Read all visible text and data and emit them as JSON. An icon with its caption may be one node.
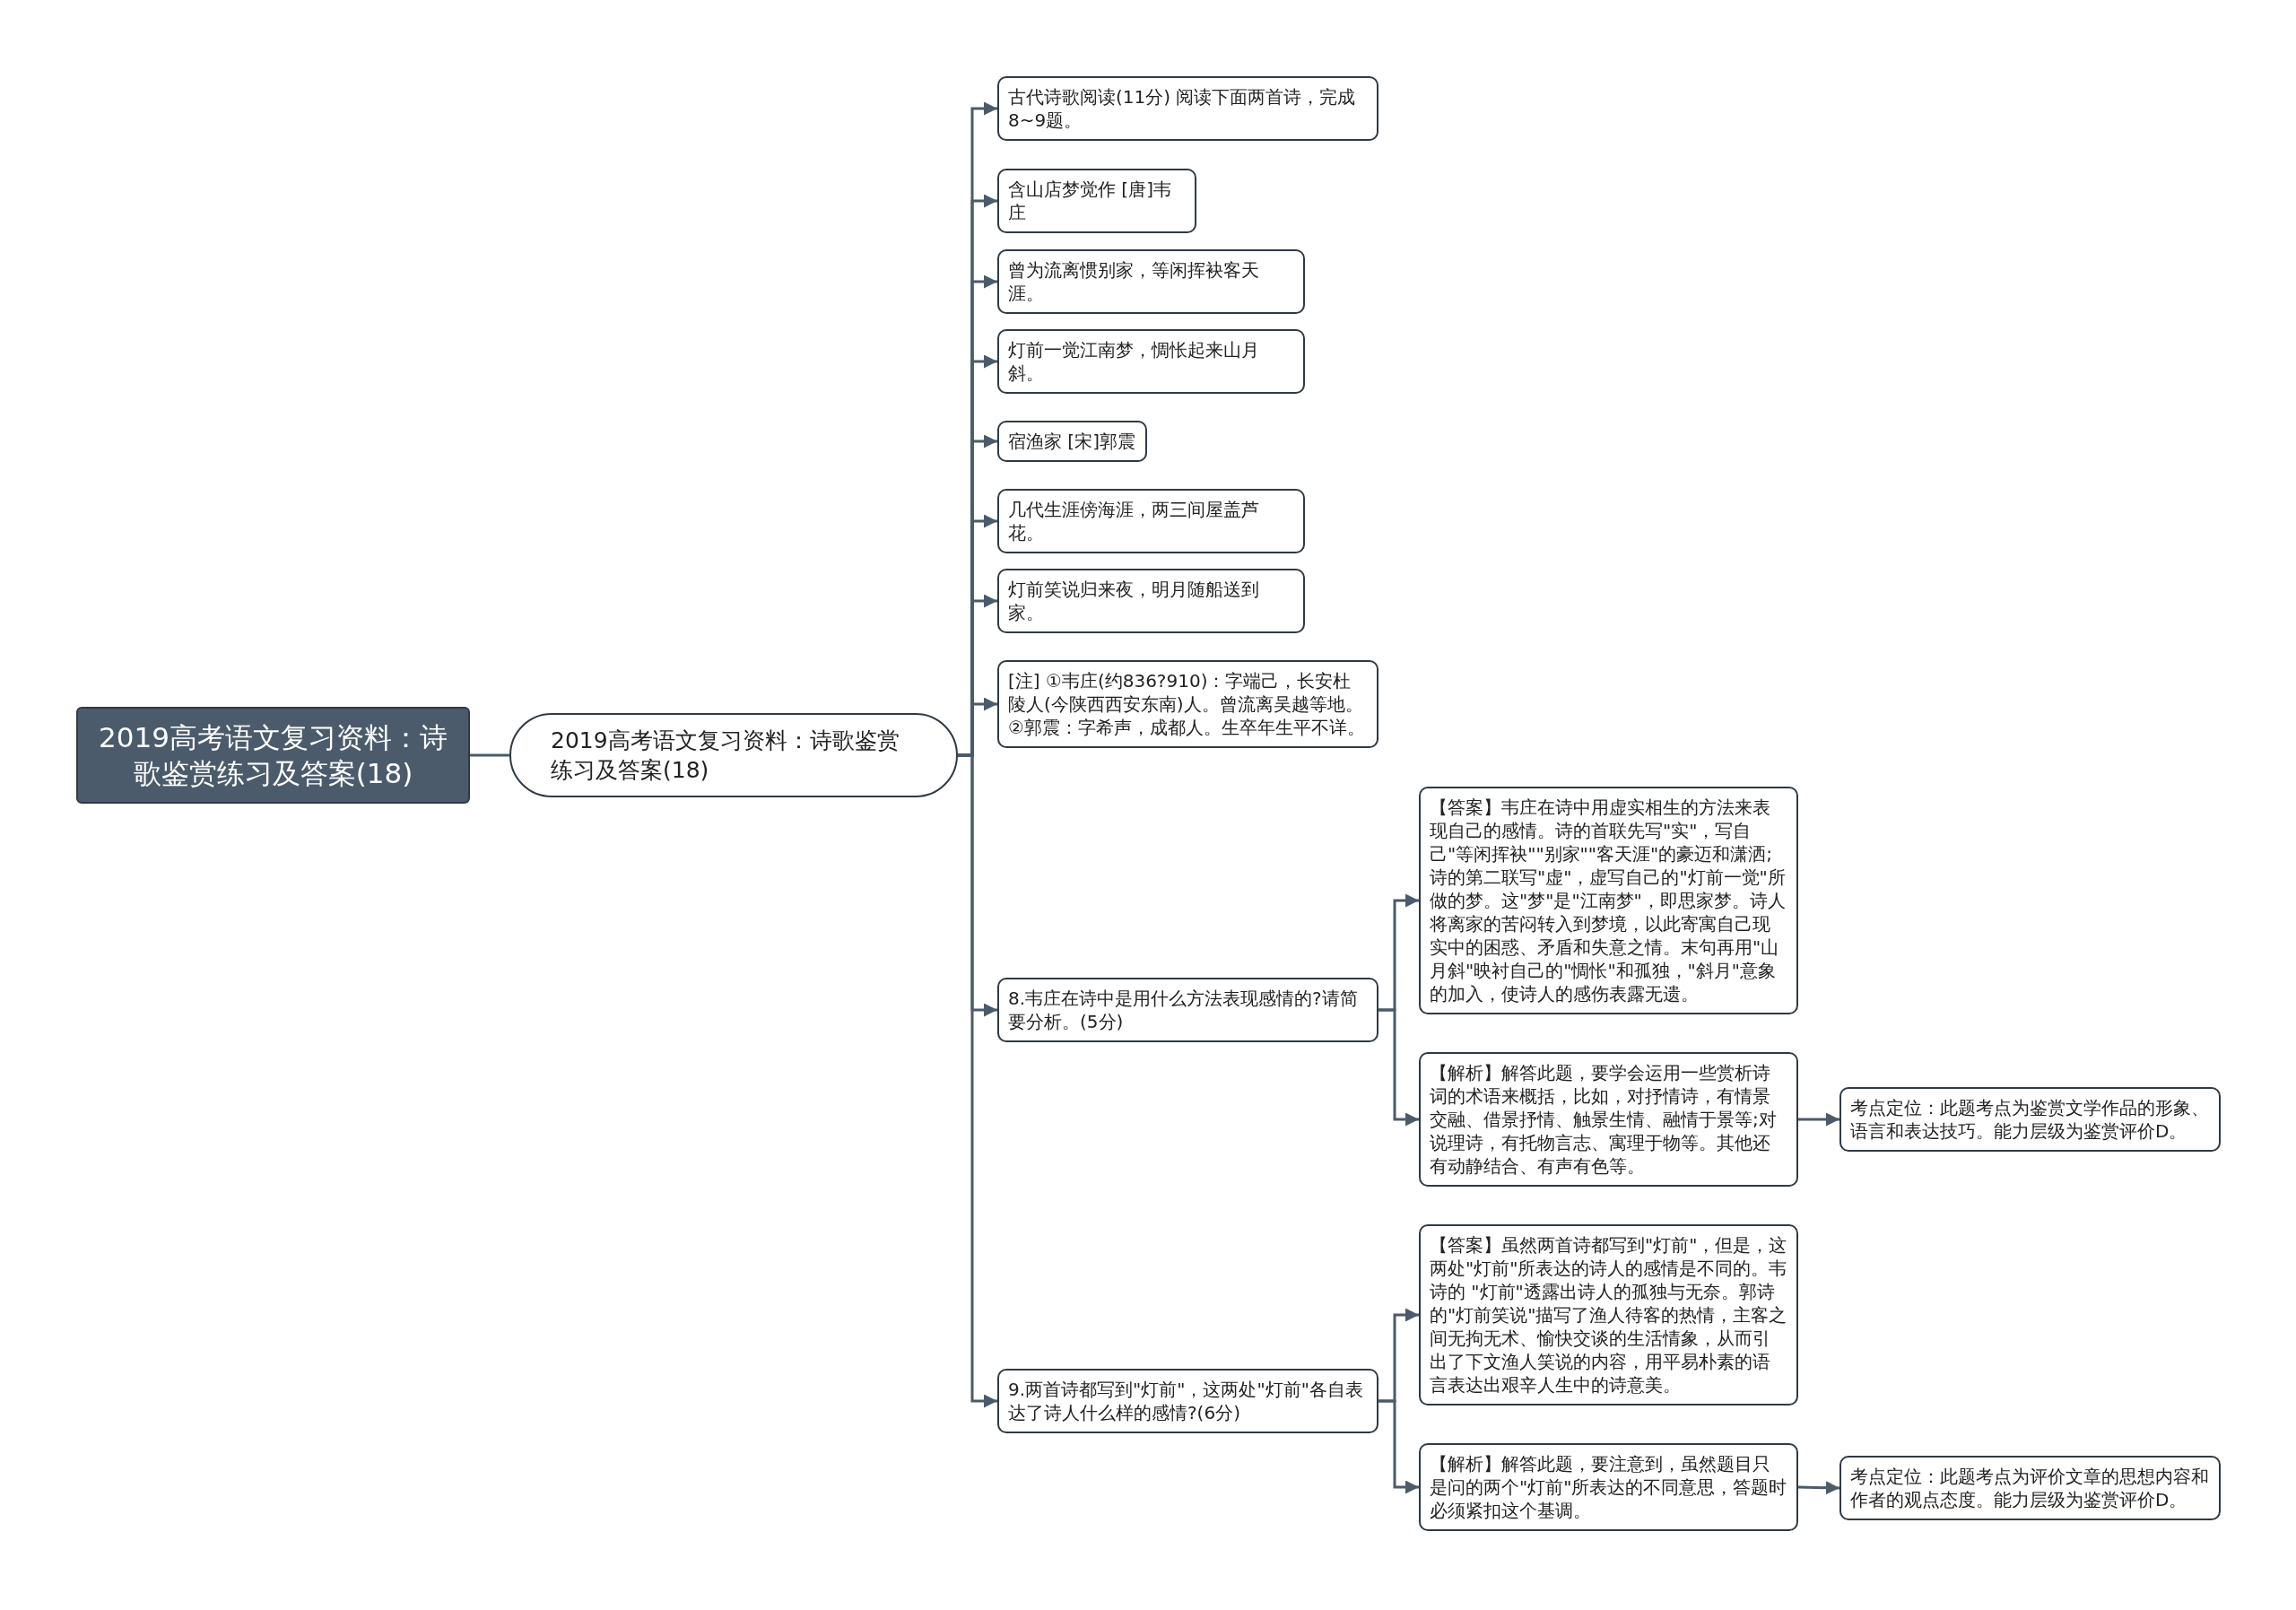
{
  "diagram": {
    "nodes": [
      {
        "text": [
          "2019高考语文复习资料：诗歌鉴赏练习及答案(18)"
        ]
      },
      {
        "text": [
          "2019高考语文复习资料：诗歌鉴赏练习及答案(18)"
        ]
      },
      {
        "text": [
          "古代诗歌阅读(11分) 阅读下面两首诗，完成8~9题。"
        ]
      },
      {
        "text": [
          "含山店梦觉作 [唐]韦庄"
        ]
      },
      {
        "text": [
          "曾为流离惯别家，等闲挥袂客天涯。"
        ]
      },
      {
        "text": [
          "灯前一觉江南梦，惆怅起来山月斜。"
        ]
      },
      {
        "text": [
          "宿渔家 [宋]郭震"
        ]
      },
      {
        "text": [
          "几代生涯傍海涯，两三间屋盖芦花。"
        ]
      },
      {
        "text": [
          "灯前笑说归来夜，明月随船送到家。"
        ]
      },
      {
        "text": [
          "[注] ①韦庄(约836?910)：字端己，长安杜陵人(今陕西西安东南)人。曾流离吴越等地。②郭震：字希声，成都人。生卒年生平不详。"
        ]
      },
      {
        "text": [
          "8.韦庄在诗中是用什么方法表现感情的?请简要分析。(5分)"
        ]
      },
      {
        "text": [
          "9.两首诗都写到\"灯前\"，这两处\"灯前\"各自表达了诗人什么样的感情?(6分)"
        ]
      },
      {
        "text": [
          "【答案】韦庄在诗中用虚实相生的方法来表现自己的感情。诗的首联先写\"实\"，写自己\"等闲挥袂\"\"别家\"\"客天涯\"的豪迈和潇洒;诗的第二联写\"虚\"，虚写自己的\"灯前一觉\"所做的梦。这\"梦\"是\"江南梦\"，即思家梦。诗人将离家的苦闷转入到梦境，以此寄寓自己现实中的困惑、矛盾和失意之情。末句再用\"山月斜\"映衬自己的\"惆怅\"和孤独，\"斜月\"意象的加入，使诗人的感伤表露无遗。"
        ]
      },
      {
        "text": [
          "【解析】解答此题，要学会运用一些赏析诗词的术语来概括，比如，对抒情诗，有情景交融、借景抒情、触景生情、融情于景等;对说理诗，有托物言志、寓理于物等。其他还有动静结合、有声有色等。"
        ]
      },
      {
        "text": [
          "考点定位：此题考点为鉴赏文学作品的形象、语言和表达技巧。能力层级为鉴赏评价D。"
        ]
      },
      {
        "text": [
          "【答案】虽然两首诗都写到\"灯前\"，但是，这两处\"灯前\"所表达的诗人的感情是不同的。韦诗的 \"灯前\"透露出诗人的孤独与无奈。郭诗的\"灯前笑说\"描写了渔人待客的热情，主客之间无拘无术、愉快交谈的生活情象，从而引出了下文渔人笑说的内容，用平易朴素的语言表达出艰辛人生中的诗意美。"
        ]
      },
      {
        "text": [
          "【解析】解答此题，要注意到，虽然题目只是问的两个\"灯前\"所表达的不同意思，答题时必须紧扣这个基调。"
        ]
      },
      {
        "text": [
          "考点定位：此题考点为评价文章的思想内容和作者的观点态度。能力层级为鉴赏评价D。"
        ]
      }
    ],
    "edges": [
      {
        "from": 0,
        "to": 1,
        "arrow": "none"
      },
      {
        "from": 1,
        "to": 2,
        "arrow": "to"
      },
      {
        "from": 1,
        "to": 3,
        "arrow": "to"
      },
      {
        "from": 1,
        "to": 4,
        "arrow": "to"
      },
      {
        "from": 1,
        "to": 5,
        "arrow": "to"
      },
      {
        "from": 1,
        "to": 6,
        "arrow": "to"
      },
      {
        "from": 1,
        "to": 7,
        "arrow": "to"
      },
      {
        "from": 1,
        "to": 8,
        "arrow": "to"
      },
      {
        "from": 1,
        "to": 9,
        "arrow": "to"
      },
      {
        "from": 1,
        "to": 10,
        "arrow": "to"
      },
      {
        "from": 1,
        "to": 11,
        "arrow": "to"
      },
      {
        "from": 10,
        "to": 12,
        "arrow": "to"
      },
      {
        "from": 10,
        "to": 13,
        "arrow": "to"
      },
      {
        "from": 13,
        "to": 14,
        "arrow": "to"
      },
      {
        "from": 11,
        "to": 15,
        "arrow": "to"
      },
      {
        "from": 11,
        "to": 16,
        "arrow": "to"
      },
      {
        "from": 16,
        "to": 17,
        "arrow": "to"
      }
    ]
  }
}
